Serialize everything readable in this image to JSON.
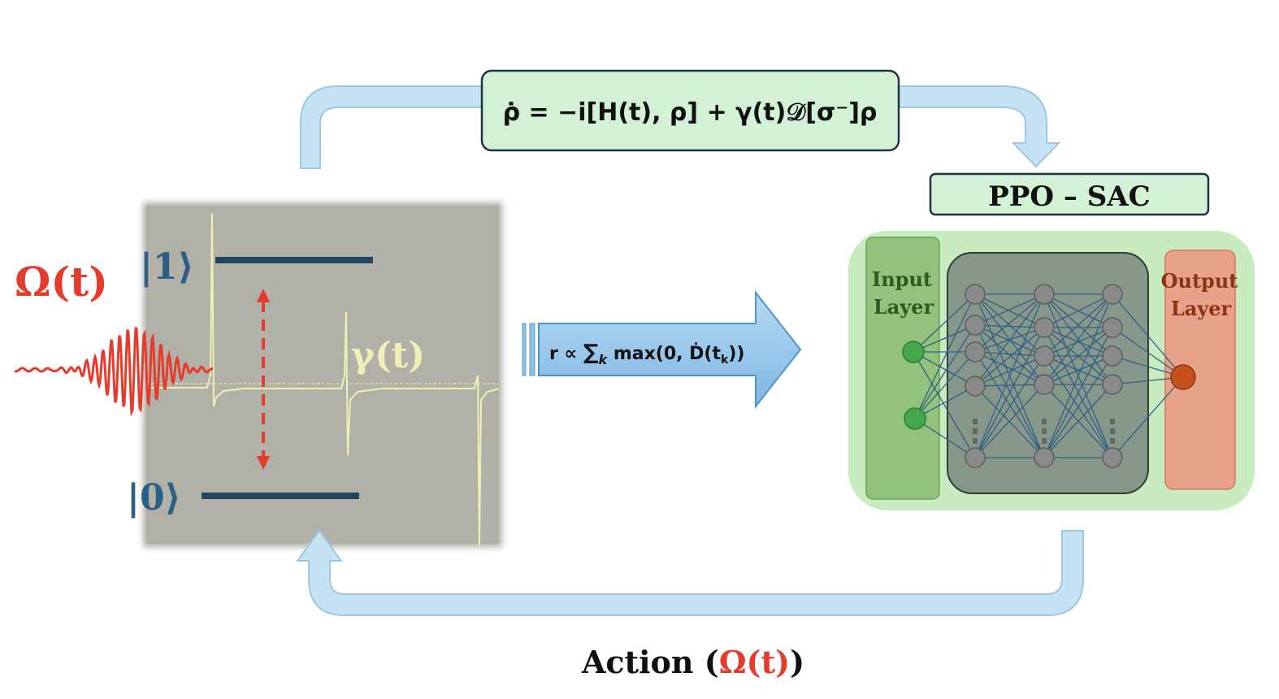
{
  "equation": {
    "text": "ρ̇ = −i[H(t), ρ] + γ(t)𝒟[σ⁻]ρ"
  },
  "algorithm": {
    "label": "PPO – SAC"
  },
  "reward": {
    "r": "r ∝ ",
    "sum": "∑",
    "k": "k",
    "rest": " max(0, Ḋ(t",
    "sub_k": "k",
    "close": "))"
  },
  "drive": {
    "label": "Ω(t)"
  },
  "decay": {
    "label": "γ(t)"
  },
  "levels": {
    "excited": "|1⟩",
    "ground": "|0⟩"
  },
  "network": {
    "input_line1": "Input",
    "input_line2": "Layer",
    "output_line1": "Output",
    "output_line2": "Layer",
    "hidden_layers": 3,
    "input_nodes": 2,
    "hidden_nodes_per_layer": 5,
    "output_nodes": 1
  },
  "action": {
    "prefix": "Action (",
    "omega": "Ω(t)",
    "suffix": ")"
  },
  "colors": {
    "arrow_fill": "#c6e3f3",
    "arrow_stroke": "#9cc8e4",
    "box_fill": "#d3f1d4",
    "box_stroke": "#1f3340",
    "level_line": "#24455e",
    "drive_red": "#e53b2c",
    "decay_yellow": "#f1eeb6",
    "panel_gray": "#b2b1a8",
    "nn_green": "#c8ebc0",
    "input_col": "#93c27d",
    "hidden_block": "#87988a",
    "output_col": "#e9a28a",
    "node_gray": "#8a8a8a",
    "node_green": "#43a84c",
    "node_orange": "#c4501f",
    "edge_blue": "#2f5e86"
  }
}
